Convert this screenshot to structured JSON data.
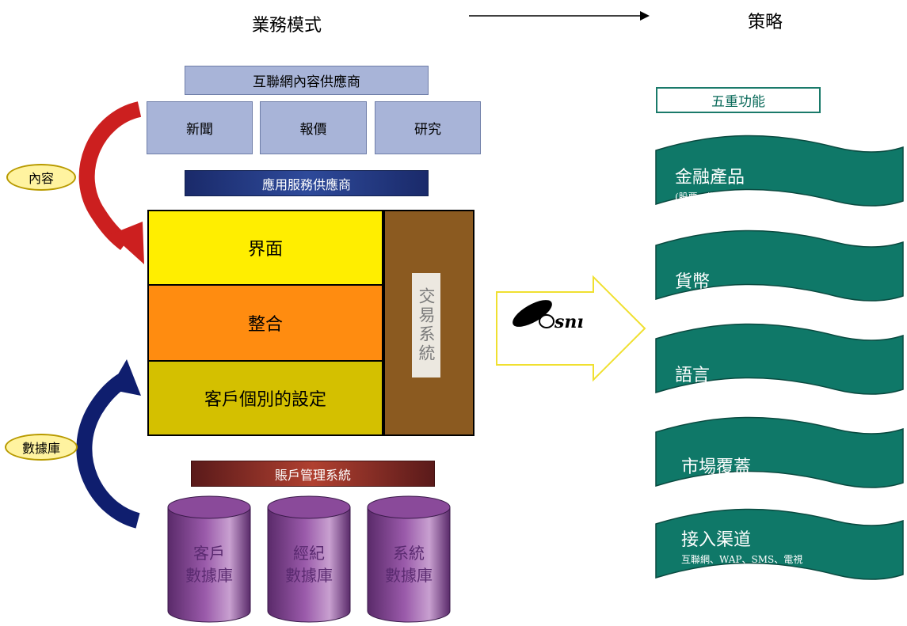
{
  "header": {
    "business_model": "業務模式",
    "strategy": "策略"
  },
  "content_provider": {
    "title": "互聯網內容供應商",
    "boxes": [
      "新聞",
      "報價",
      "研究"
    ]
  },
  "app_service_provider": "應用服務供應商",
  "layers": {
    "interface": "界面",
    "integration": "整合",
    "customization": "客戶個別的設定",
    "trading_system": "交易系統"
  },
  "bubbles": {
    "content": "內容",
    "database": "數據庫"
  },
  "account_system": "賬戶管理系統",
  "databases": [
    {
      "line1": "客戶",
      "line2": "數據庫"
    },
    {
      "line1": "經紀",
      "line2": "數據庫"
    },
    {
      "line1": "系統",
      "line2": "數據庫"
    }
  ],
  "functions": {
    "title": "五重功能",
    "items": [
      {
        "main": "金融產品",
        "sub": "(股票、期貨、商品、外匯)"
      },
      {
        "main": "貨幣",
        "sub": ""
      },
      {
        "main": "語言",
        "sub": ""
      },
      {
        "main": "市場覆蓋",
        "sub": ""
      },
      {
        "main": "接入渠道",
        "sub": "互聯網、WAP、SMS、電視"
      }
    ]
  },
  "colors": {
    "teal_flag": "#0f7868",
    "yellow_layer": "#ffee00",
    "orange_layer": "#ff8c10",
    "olive_layer": "#d4c000",
    "brown_trading": "#8b5a20",
    "db_purple": "#7a3a8a"
  }
}
